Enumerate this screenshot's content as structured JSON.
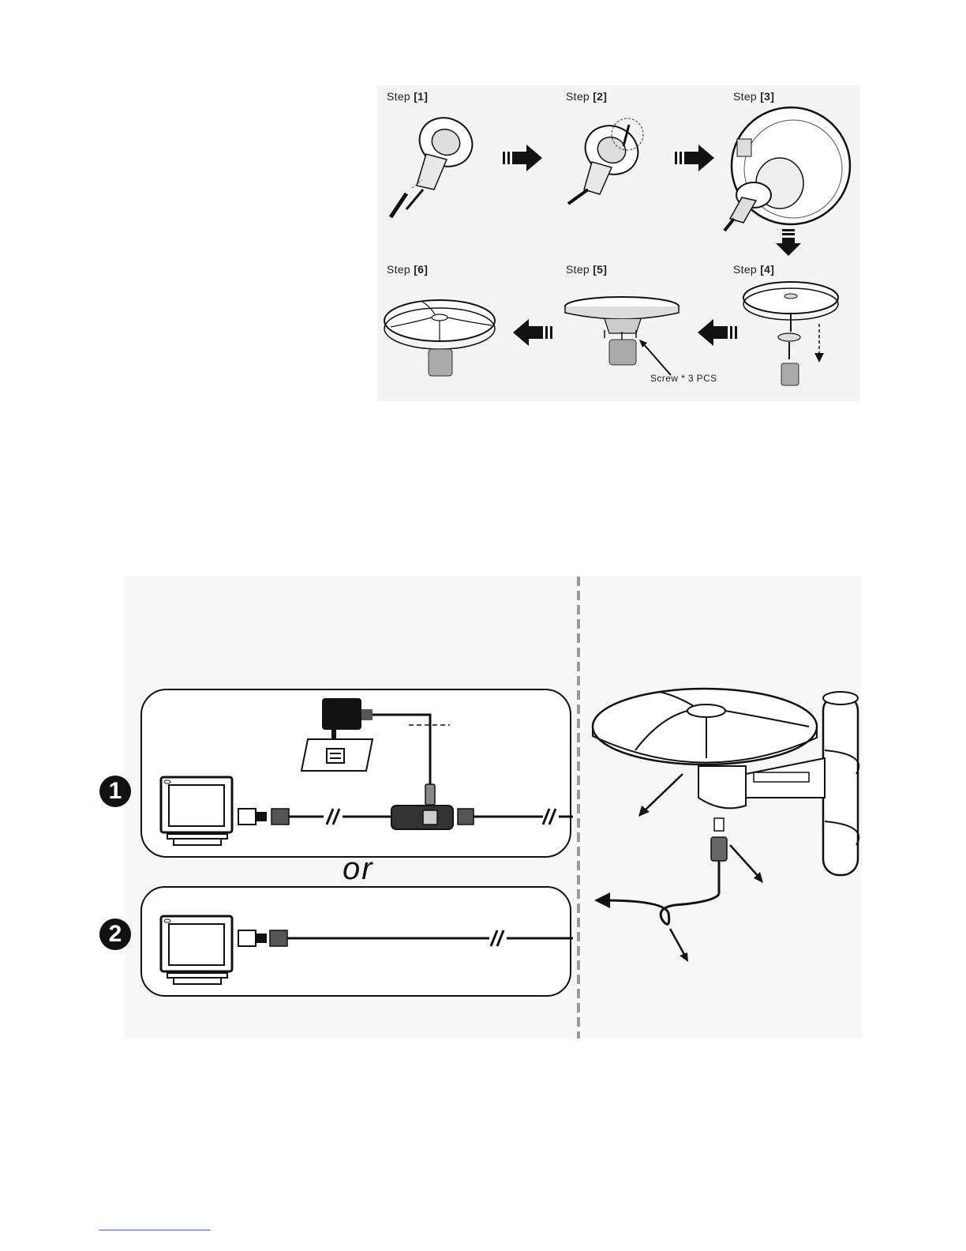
{
  "assembly": {
    "steps": [
      {
        "prefix": "Step",
        "num": "[1]"
      },
      {
        "prefix": "Step",
        "num": "[2]"
      },
      {
        "prefix": "Step",
        "num": "[3]"
      },
      {
        "prefix": "Step",
        "num": "[4]"
      },
      {
        "prefix": "Step",
        "num": "[5]"
      },
      {
        "prefix": "Step",
        "num": "[6]"
      }
    ],
    "screw_label": "Screw * 3 PCS"
  },
  "wiring": {
    "option1_badge": "1",
    "option2_badge": "2",
    "or_text": "or"
  },
  "colors": {
    "ink": "#111111",
    "panel": "#f4f4f4",
    "divider": "#9a9a9a",
    "footer_rule": "#3a5fbf"
  }
}
